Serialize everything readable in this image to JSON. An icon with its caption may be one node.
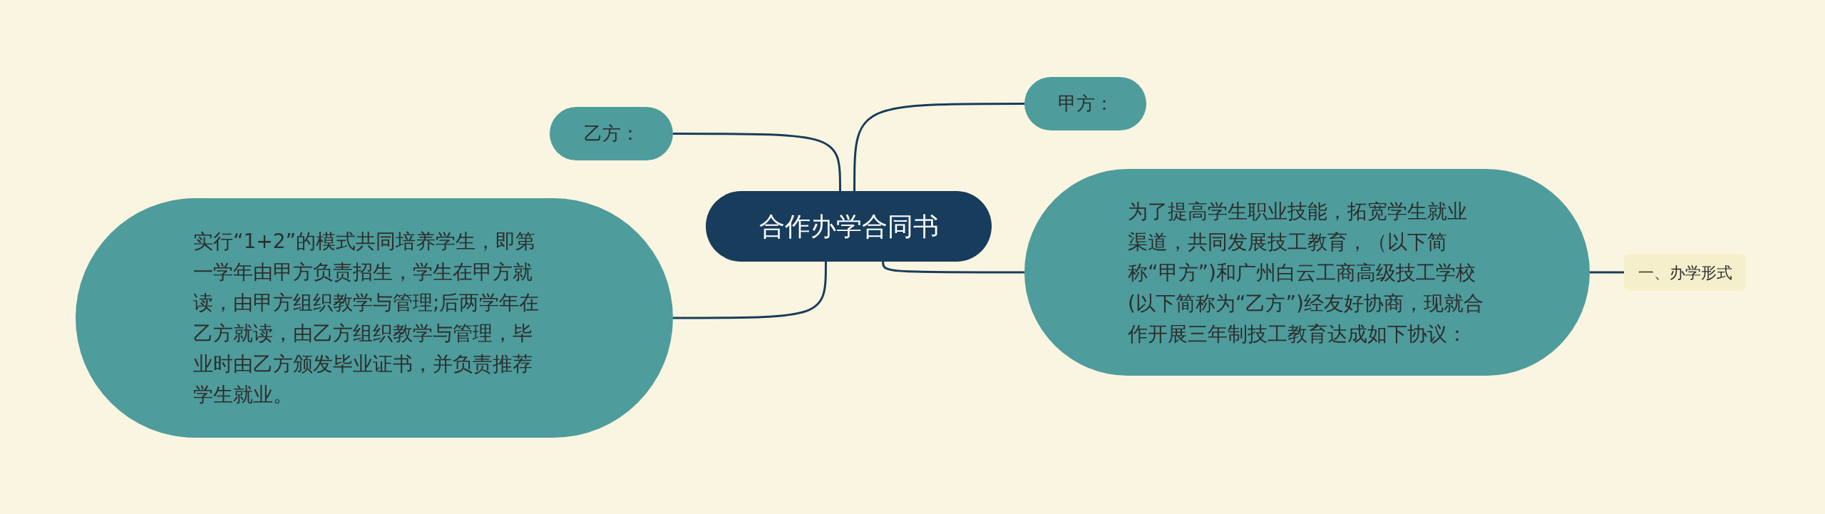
{
  "diagram": {
    "nodes": [
      {
        "text": [
          "合作办学合同书"
        ]
      },
      {
        "text": [
          "乙方："
        ]
      },
      {
        "text": [
          "实行“1+2”的模式共同培养学生，即第一学年由甲方负责招生，学生在甲方就读，由甲方组织教学与管理;后两学年在乙方就读，由乙方组织教学与管理，毕业时由乙方颁发毕业证书，并负责推荐学生就业。"
        ]
      },
      {
        "text": [
          "甲方："
        ]
      },
      {
        "text": [
          "为了提高学生职业技能，拓宽学生就业渠道，共同发展技工教育，（以下简称“甲方”)和广州白云工商高级技工学校(以下简称为“乙方”)经友好协商，现就合作开展三年制技工教育达成如下协议："
        ]
      },
      {
        "text": [
          "一、办学形式"
        ]
      }
    ],
    "edges": [
      {
        "from": 0,
        "to": 1,
        "arrow": "none"
      },
      {
        "from": 0,
        "to": 2,
        "arrow": "none"
      },
      {
        "from": 0,
        "to": 3,
        "arrow": "none"
      },
      {
        "from": 0,
        "to": 4,
        "arrow": "none"
      },
      {
        "from": 4,
        "to": 5,
        "arrow": "none"
      }
    ]
  }
}
